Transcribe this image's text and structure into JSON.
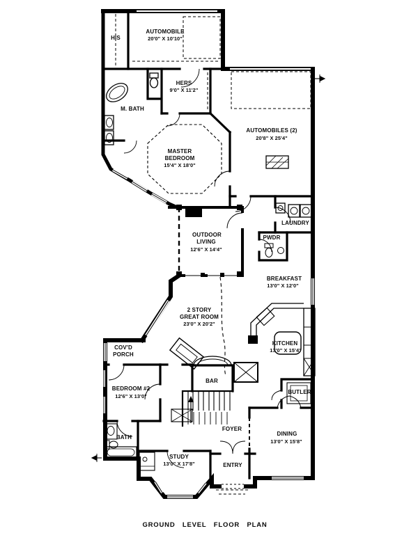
{
  "caption": "GROUND LEVEL FLOOR PLAN",
  "colors": {
    "ink": "#000000",
    "paper": "#ffffff"
  },
  "rooms": {
    "his": {
      "lines": [
        "HIS"
      ]
    },
    "automobile": {
      "lines": [
        "AUTOMOBILE",
        "20'0\" X 10'10\""
      ]
    },
    "hers": {
      "lines": [
        "HERS",
        "9'0\" X 11'2\""
      ]
    },
    "m_bath": {
      "lines": [
        "M. BATH"
      ]
    },
    "master_bedroom": {
      "lines": [
        "MASTER",
        "BEDROOM",
        "15'4\" X 18'0\""
      ]
    },
    "automobiles_2": {
      "lines": [
        "AUTOMOBILES (2)",
        "20'8\" X 25'4\""
      ]
    },
    "laundry": {
      "lines": [
        "LAUNDRY"
      ]
    },
    "pwdr": {
      "lines": [
        "PWDR"
      ]
    },
    "outdoor_living": {
      "lines": [
        "OUTDOOR",
        "LIVING",
        "12'6\" X 14'4\""
      ]
    },
    "breakfast": {
      "lines": [
        "BREAKFAST",
        "13'0\" X 12'0\""
      ]
    },
    "great_room": {
      "lines": [
        "2 STORY",
        "GREAT ROOM",
        "23'0\" X 20'2\""
      ]
    },
    "kitchen": {
      "lines": [
        "KITCHEN",
        "13'0\" X 15'4\""
      ]
    },
    "covd_porch": {
      "lines": [
        "COV'D",
        "PORCH"
      ]
    },
    "bedroom_2": {
      "lines": [
        "BEDROOM #2",
        "12'6\" X 13'0\""
      ]
    },
    "bar": {
      "lines": [
        "BAR"
      ]
    },
    "butler": {
      "lines": [
        "BUTLER"
      ]
    },
    "foyer": {
      "lines": [
        "FOYER"
      ]
    },
    "bath": {
      "lines": [
        "BATH"
      ]
    },
    "study": {
      "lines": [
        "STUDY",
        "13'0\" X 17'8\""
      ]
    },
    "entry": {
      "lines": [
        "ENTRY"
      ]
    },
    "dining": {
      "lines": [
        "DINING",
        "13'0\" X 15'8\""
      ]
    }
  }
}
